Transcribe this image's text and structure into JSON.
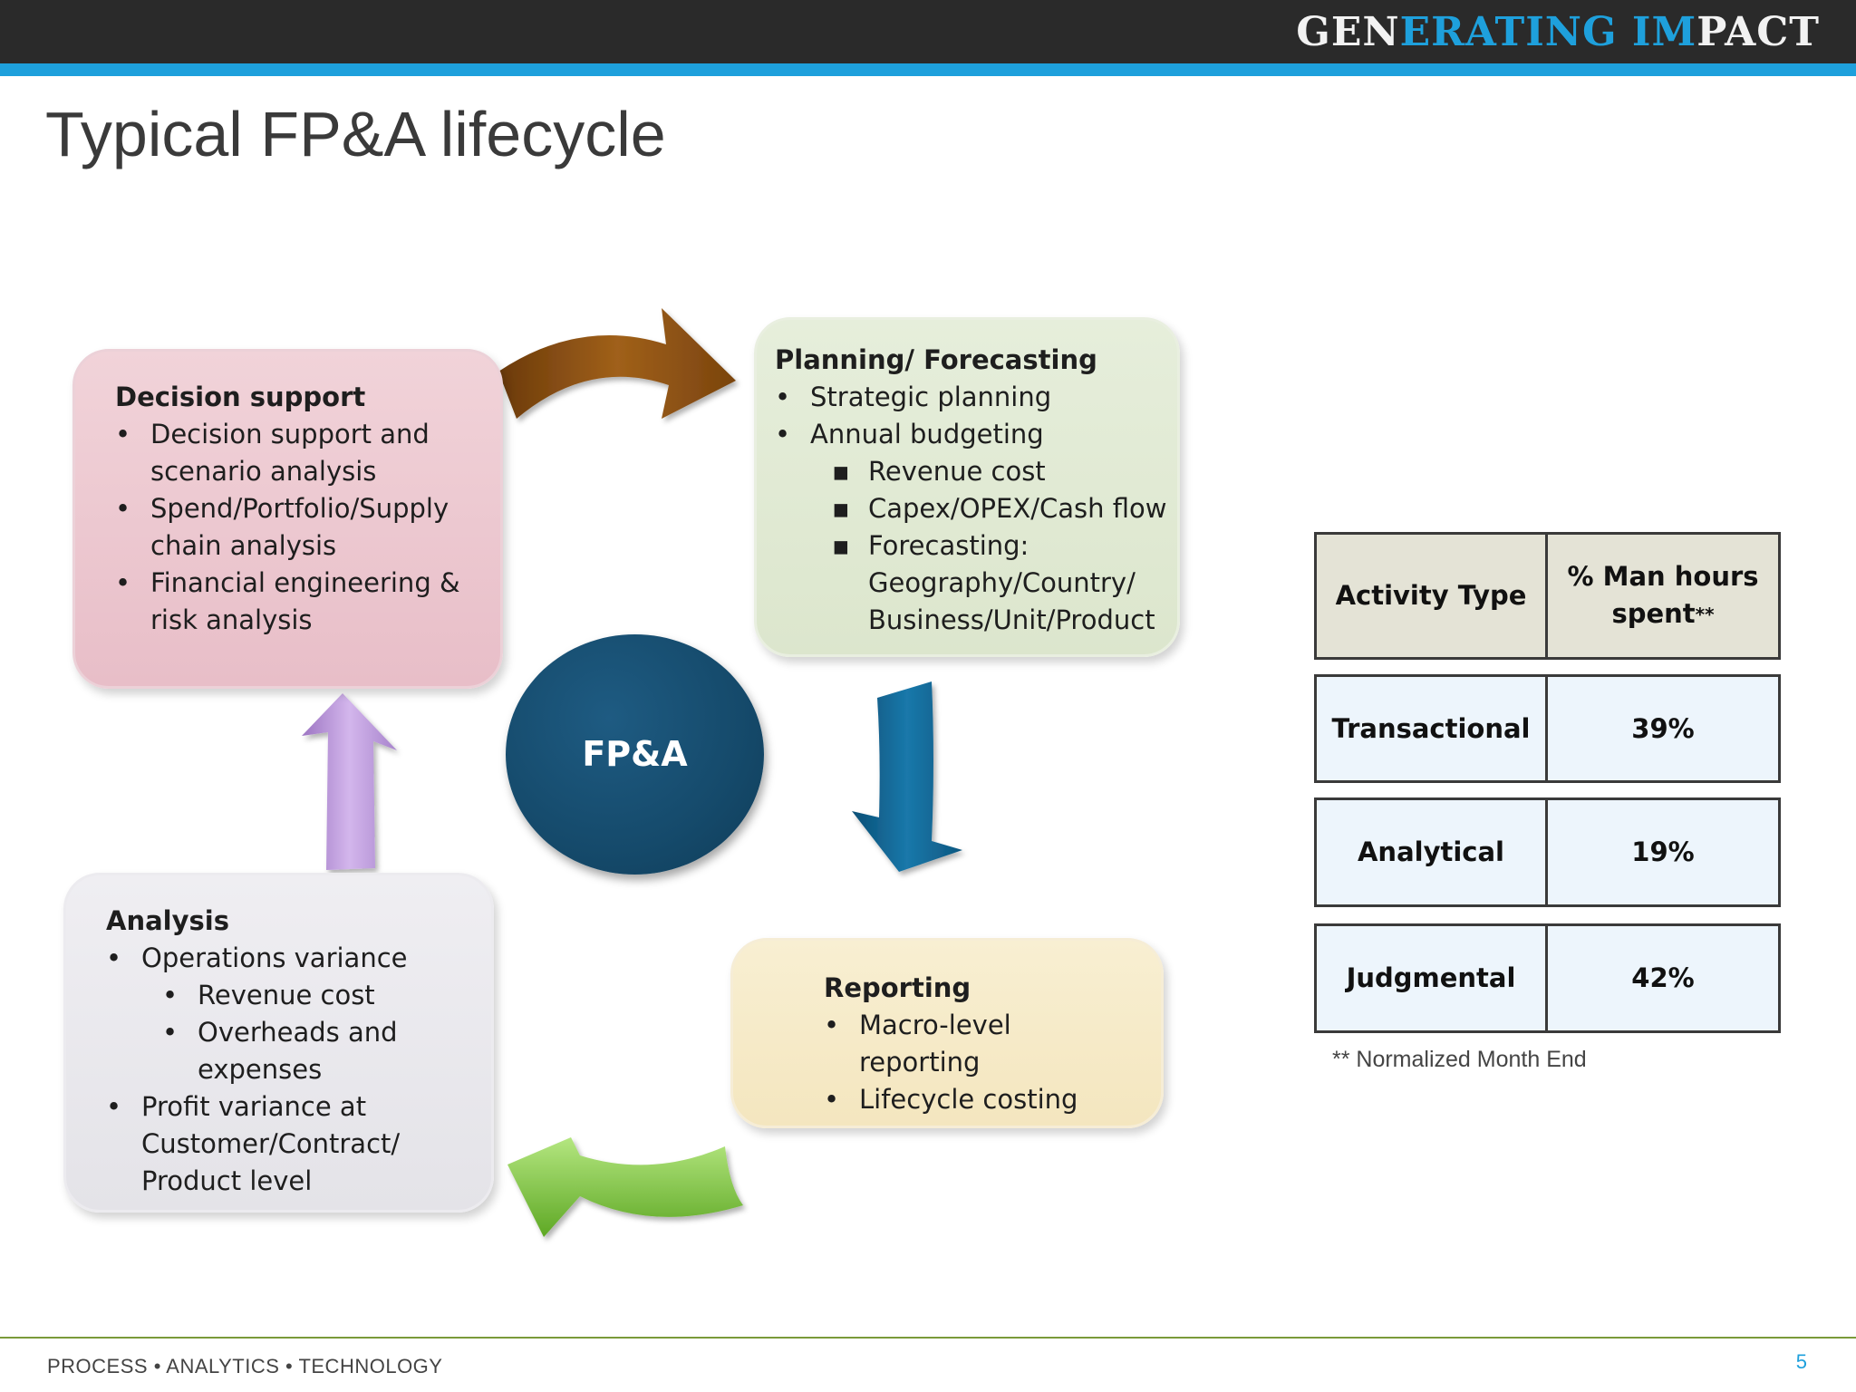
{
  "header": {
    "brand_part1": "GEN",
    "brand_part2": "ERATING IM",
    "brand_part3": "PACT",
    "brand_color": "#1ea0dc"
  },
  "slide": {
    "title": "Typical FP&A lifecycle",
    "page_number": "5"
  },
  "cycle": {
    "center": "FP&A",
    "decision_support": {
      "heading": "Decision support",
      "items": [
        "Decision support and scenario analysis",
        "Spend/Portfolio/Supply chain analysis",
        "Financial engineering & risk analysis"
      ]
    },
    "planning": {
      "heading": "Planning/ Forecasting",
      "items": [
        "Strategic planning",
        "Annual budgeting"
      ],
      "subitems": [
        "Revenue cost",
        "Capex/OPEX/Cash flow",
        "Forecasting: Geography/Country/ Business/Unit/Product"
      ]
    },
    "reporting": {
      "heading": "Reporting",
      "items": [
        "Macro-level reporting",
        "Lifecycle costing"
      ]
    },
    "analysis": {
      "heading": "Analysis",
      "items": [
        "Operations variance",
        "Profit variance at Customer/Contract/ Product level"
      ],
      "subitems": [
        "Revenue cost",
        "Overheads and expenses"
      ]
    },
    "arrow_colors": {
      "decision_to_planning": "#8a4c10",
      "planning_to_reporting": "#10628f",
      "reporting_to_analysis": "#86cc3e",
      "analysis_to_decision": "#b892d6"
    }
  },
  "activity_table": {
    "headers": [
      "Activity Type",
      "% Man hours spent",
      "**"
    ],
    "rows": [
      {
        "type": "Transactional",
        "share": "39%"
      },
      {
        "type": "Analytical",
        "share": "19%"
      },
      {
        "type": "Judgmental",
        "share": "42%"
      }
    ],
    "footnote": "** Normalized Month End"
  },
  "footer": {
    "text": "PROCESS • ANALYTICS • TECHNOLOGY"
  }
}
